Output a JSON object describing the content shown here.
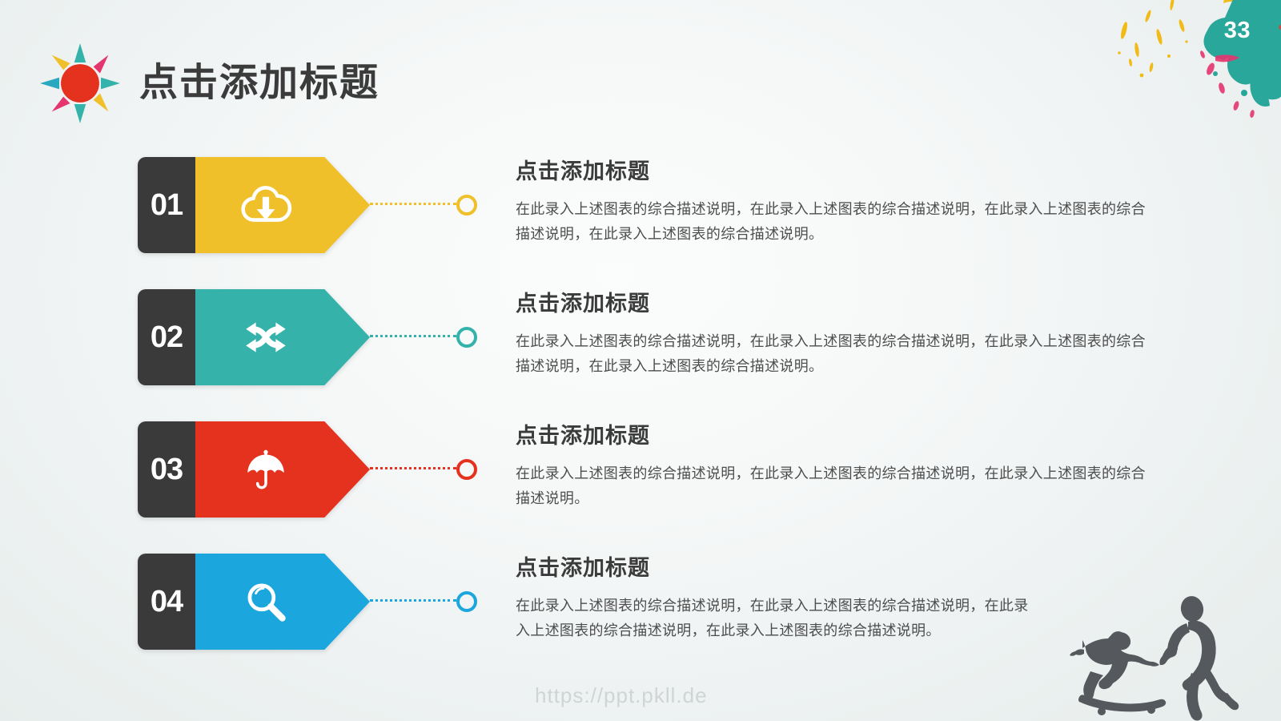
{
  "slide": {
    "page_number": "33",
    "title": "点击添加标题",
    "logo_icon": "sun-logo-icon",
    "watermark": "https://ppt.pkll.de",
    "background_color": "#f2f6f5",
    "title_color": "#3b3b3b",
    "number_block_color": "#3a3a3a"
  },
  "decorations": {
    "splash_icon": "paint-splash-decoration",
    "splash_colors": [
      "#2aa79b",
      "#f2b705",
      "#e8392f",
      "#e5356f"
    ],
    "silhouette_icon": "sports-silhouettes-decoration",
    "silhouette_color": "#55585c"
  },
  "items": [
    {
      "number": "01",
      "color": "#efc02a",
      "icon": "cloud-download-icon",
      "title": "点击添加标题",
      "body": "在此录入上述图表的综合描述说明，在此录入上述图表的综合描述说明，在此录入上述图表的综合描述说明，在此录入上述图表的综合描述说明。"
    },
    {
      "number": "02",
      "color": "#35b3ab",
      "icon": "shuffle-icon",
      "title": "点击添加标题",
      "body": "在此录入上述图表的综合描述说明，在此录入上述图表的综合描述说明，在此录入上述图表的综合描述说明，在此录入上述图表的综合描述说明。"
    },
    {
      "number": "03",
      "color": "#e5321e",
      "icon": "umbrella-icon",
      "title": "点击添加标题",
      "body": "在此录入上述图表的综合描述说明，在此录入上述图表的综合描述说明，在此录入上述图表的综合描述说明。"
    },
    {
      "number": "04",
      "color": "#1ba7dd",
      "icon": "magnifier-icon",
      "title": "点击添加标题",
      "body": "在此录入上述图表的综合描述说明，在此录入上述图表的综合描述说明，在此录入上述图表的综合描述说明，在此录入上述图表的综合描述说明。"
    }
  ]
}
